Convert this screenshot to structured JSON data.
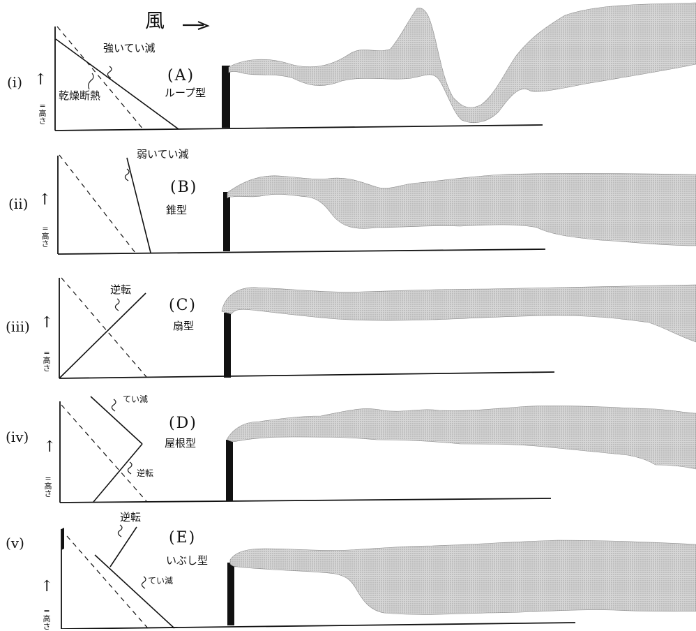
{
  "wind": {
    "label": "風"
  },
  "axis_height_label": "=\n高さ",
  "panels": [
    {
      "roman": "(i)",
      "letter": "(A)",
      "type": "ループ型",
      "annotations": [
        "強いてい減",
        "乾燥断熱"
      ]
    },
    {
      "roman": "(ii)",
      "letter": "(B)",
      "type": "錐型",
      "annotations": [
        "弱いてい減"
      ]
    },
    {
      "roman": "(iii)",
      "letter": "(C)",
      "type": "扇型",
      "annotations": [
        "逆転"
      ]
    },
    {
      "roman": "(iv)",
      "letter": "(D)",
      "type": "屋根型",
      "annotations": [
        "てい減",
        "逆転"
      ]
    },
    {
      "roman": "(v)",
      "letter": "(E)",
      "type": "いぶし型",
      "annotations": [
        "逆転",
        "てい減"
      ]
    }
  ],
  "colors": {
    "ink": "#111111",
    "plume": "#c9c9c9",
    "plume_edge": "#8a8a8a"
  }
}
